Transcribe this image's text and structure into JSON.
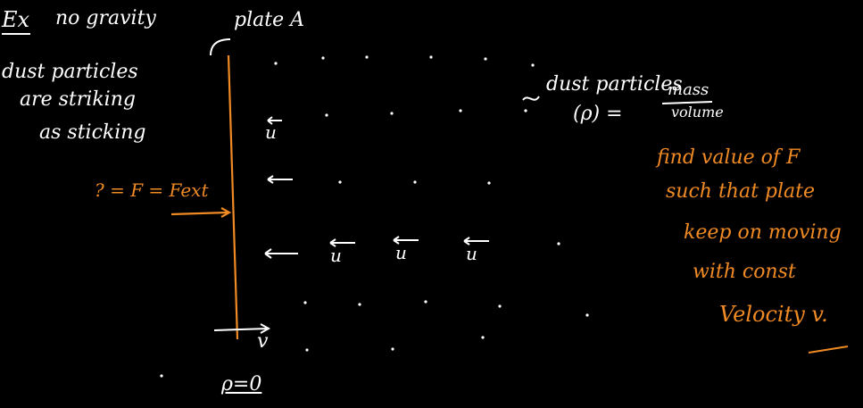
{
  "colors": {
    "background": "#000000",
    "chalk": "#ffffff",
    "accent": "#f08a24"
  },
  "header": {
    "ex_label": "Ex",
    "condition": "no gravity"
  },
  "left_notes": {
    "line1": "dust particles",
    "line2": "are striking",
    "line3": "as sticking"
  },
  "plate": {
    "label": "plate A"
  },
  "force": {
    "label": "? = F = Fext"
  },
  "velocity_labels": {
    "u": "u",
    "v": "v"
  },
  "initial_condition": "ρ=0",
  "density_note": {
    "label": "dust particles",
    "rho": "(ρ) =",
    "numerator": "mass",
    "denominator": "volume"
  },
  "question": {
    "line1": "find value of F",
    "line2": "such that plate",
    "line3": "keep on moving",
    "line4": "with const",
    "line5": "Velocity v."
  }
}
